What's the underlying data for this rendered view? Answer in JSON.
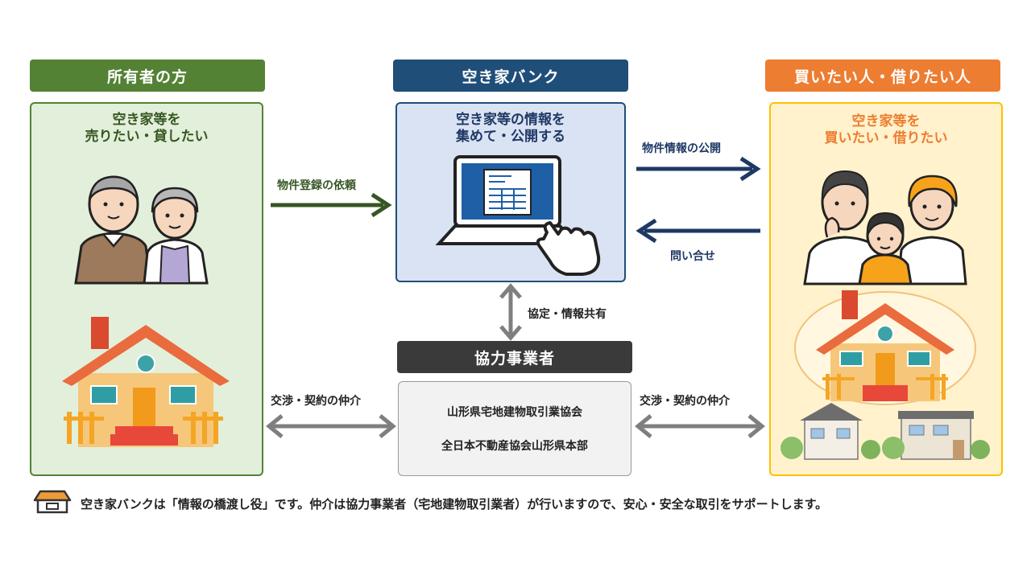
{
  "owner": {
    "header": "所有者の方",
    "title_line1": "空き家等を",
    "title_line2": "売りたい・貸したい",
    "color": "#548235"
  },
  "bank": {
    "header": "空き家バンク",
    "title_line1": "空き家等の情報を",
    "title_line2": "集めて・公開する",
    "color": "#1f4e79"
  },
  "buyer": {
    "header": "買いたい人・借りたい人",
    "title_line1": "空き家等を",
    "title_line2": "買いたい・借りたい",
    "color": "#ed7d31"
  },
  "partner": {
    "header": "協力事業者",
    "org1": "山形県宅地建物取引業協会",
    "org2": "全日本不動産協会山形県本部",
    "color": "#3a3a3a"
  },
  "arrows": {
    "registration_request": "物件登録の依頼",
    "publish_info": "物件情報の公開",
    "inquiry": "問い合せ",
    "agreement": "協定・情報共有",
    "negotiation_left": "交渉・契約の仲介",
    "negotiation_right": "交渉・契約の仲介"
  },
  "footer": {
    "text": "空き家バンクは「情報の橋渡し役」です。仲介は協力事業者（宅地建物取引業者）が行いますので、安心・安全な取引をサポートします。"
  },
  "icons": {
    "footer": "house-icon",
    "laptop": "laptop-touch-icon"
  }
}
